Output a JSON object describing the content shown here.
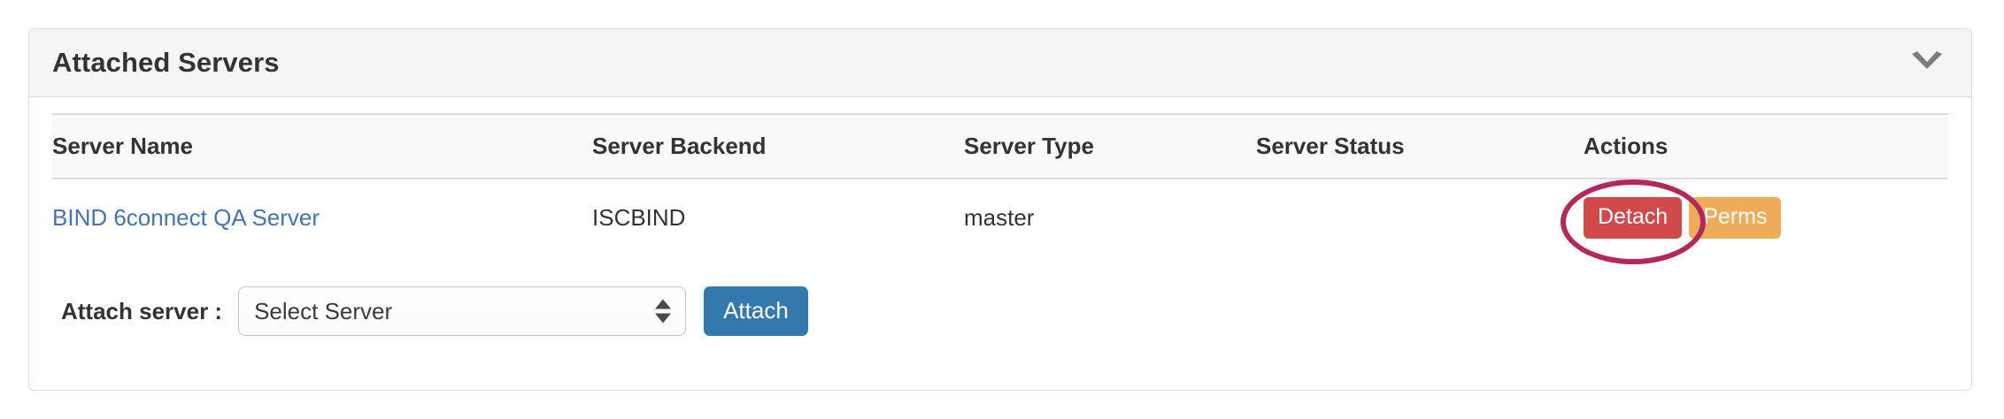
{
  "panel": {
    "title": "Attached Servers",
    "collapse_icon": "chevron-down-icon"
  },
  "table": {
    "columns": [
      "Server Name",
      "Server Backend",
      "Server Type",
      "Server Status",
      "Actions"
    ],
    "rows": [
      {
        "server_name": "BIND 6connect QA Server",
        "server_backend": "ISCBIND",
        "server_type": "master",
        "server_status": "",
        "actions": {
          "detach_label": "Detach",
          "perms_label": "Perms"
        }
      }
    ]
  },
  "attach": {
    "label": "Attach server :",
    "select_value": "Select Server",
    "button_label": "Attach"
  },
  "colors": {
    "link": "#4573b5",
    "danger": "#d04a4a",
    "warning": "#eeab5a",
    "primary": "#3379ae",
    "annotation": "#b4275c",
    "panel_header_bg": "#f5f5f5",
    "panel_border": "#dddddd"
  }
}
